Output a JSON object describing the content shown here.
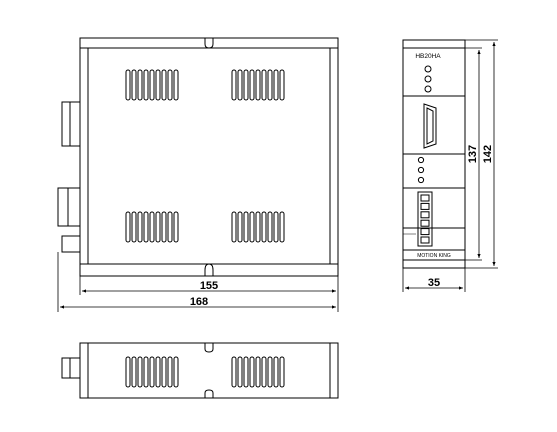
{
  "dimensions": {
    "inner_width": "155",
    "outer_width": "168",
    "side_width": "35",
    "inner_height": "137",
    "outer_height": "142"
  },
  "panel": {
    "model": "HB20HA",
    "brand": "MOTION KING"
  },
  "colors": {
    "line": "#000000",
    "background": "#ffffff"
  },
  "icons": [
    "db9-connector-icon",
    "led-indicator-icon",
    "screw-terminal-icon"
  ]
}
